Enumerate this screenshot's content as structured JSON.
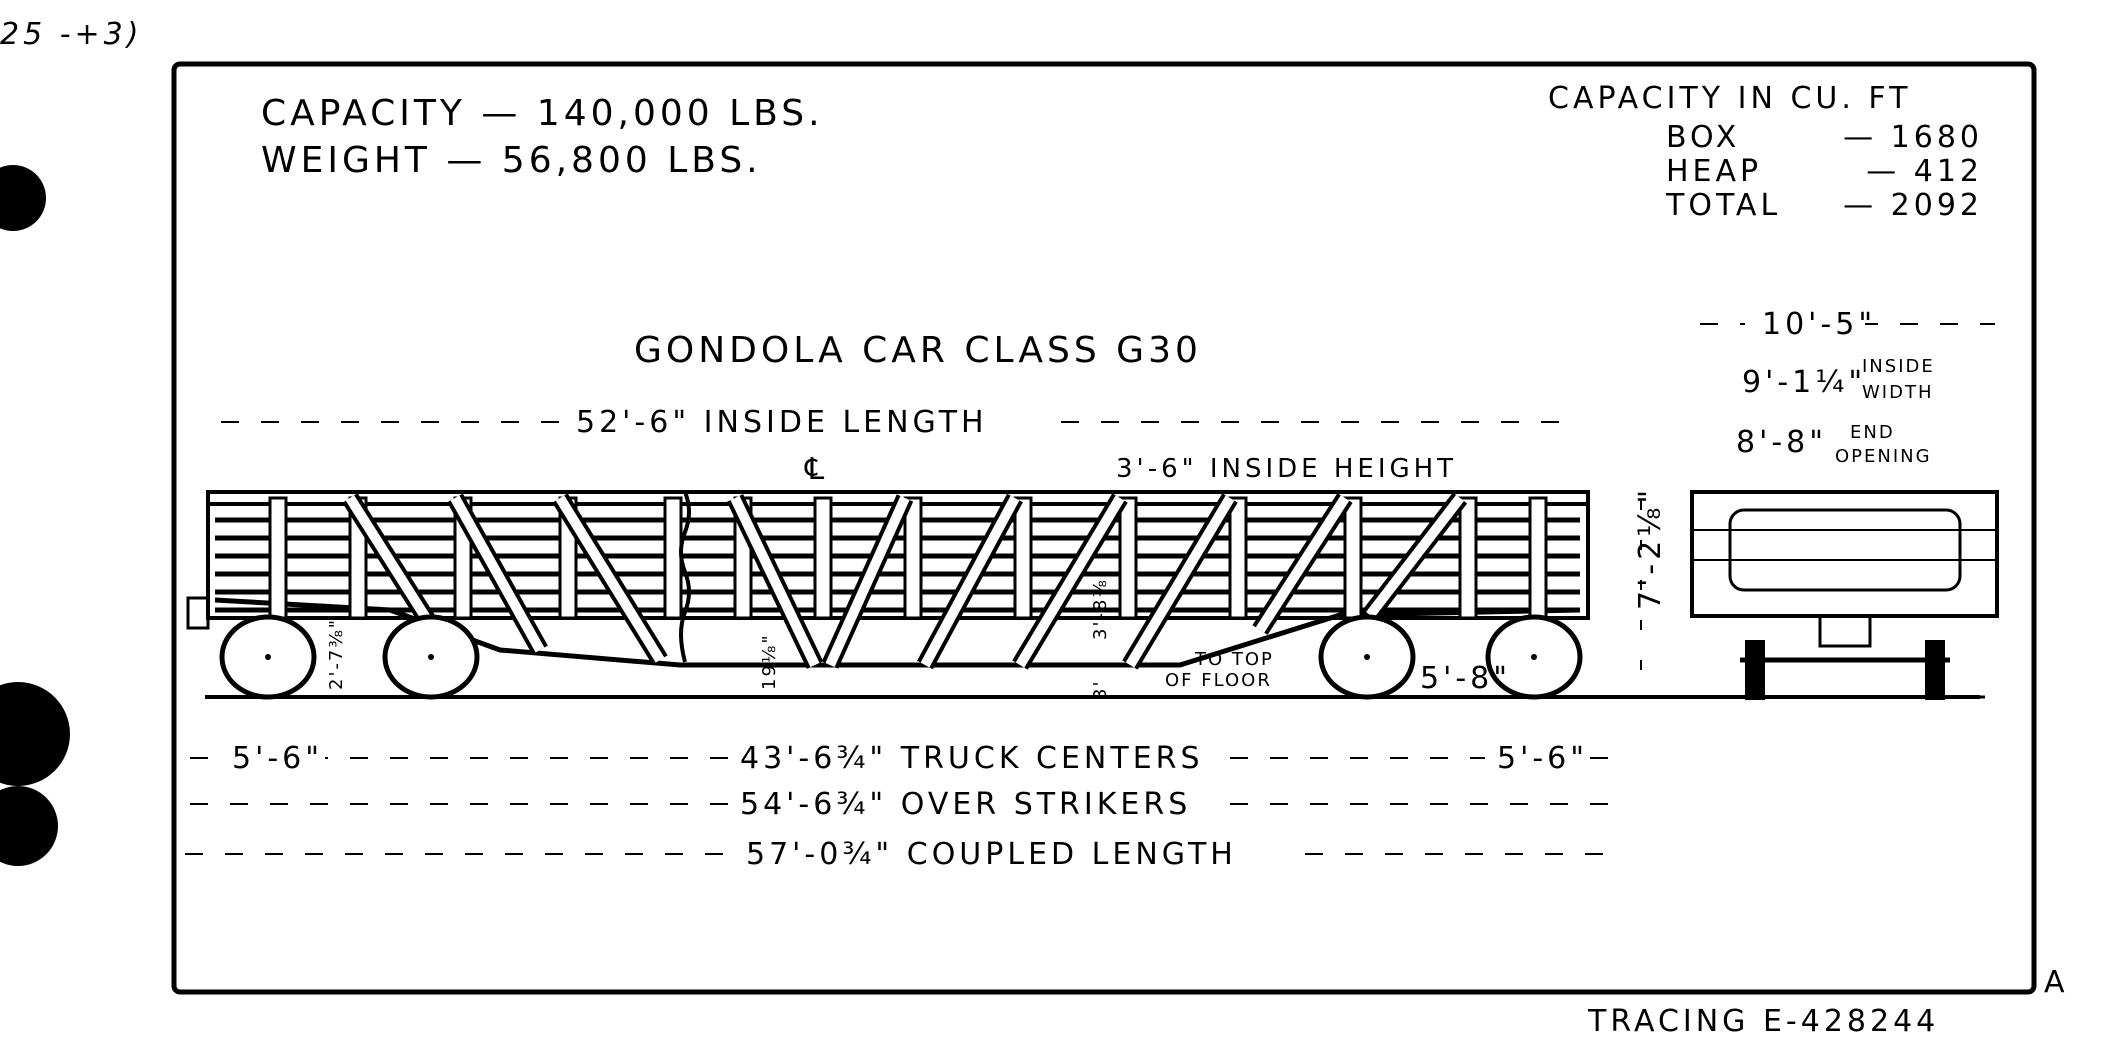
{
  "corner_note": "25 -+3)",
  "header": {
    "capacity": "CAPACITY — 140,000 LBS.",
    "weight": "WEIGHT — 56,800 LBS."
  },
  "cubic_capacity": {
    "title": "CAPACITY IN CU. FT",
    "rows": [
      {
        "label": "BOX",
        "value": "— 1680"
      },
      {
        "label": "HEAP",
        "value": "— 412"
      },
      {
        "label": "TOTAL",
        "value": "— 2092"
      }
    ]
  },
  "title": "GONDOLA CAR CLASS  G30",
  "dimensions": {
    "inside_length": "52'-6\" INSIDE LENGTH",
    "centerline": "℄",
    "inside_height": "3'-6\" INSIDE HEIGHT",
    "overall_width": "10'-5\"",
    "inside_width_value": "9'-1¼\"",
    "inside_width_label_1": "INSIDE",
    "inside_width_label_2": "WIDTH",
    "end_opening_value": "8'-8\"",
    "end_opening_label_1": "END",
    "end_opening_label_2": "OPENING",
    "end_overhang_left": "5'-6\"",
    "truck_centers": "43'-6¾\" TRUCK CENTERS",
    "end_overhang_right": "5'-6\"",
    "over_strikers": "54'-6¾\" OVER STRIKERS",
    "coupled_length": "57'-0¾\" COUPLED LENGTH",
    "coupler_height": "2'-7⅜\"",
    "center_sill_depth": "19⅛\"",
    "side_depth": "3'-8⅛\"",
    "floor_clearance": "3'",
    "floor_note_1": "TO TOP",
    "floor_note_2": "OF FLOOR",
    "wheel_base": "5'-8\"",
    "overall_height": "7'-2⅛\""
  },
  "footer": {
    "tracing": "TRACING E-428244",
    "revision": "A"
  }
}
